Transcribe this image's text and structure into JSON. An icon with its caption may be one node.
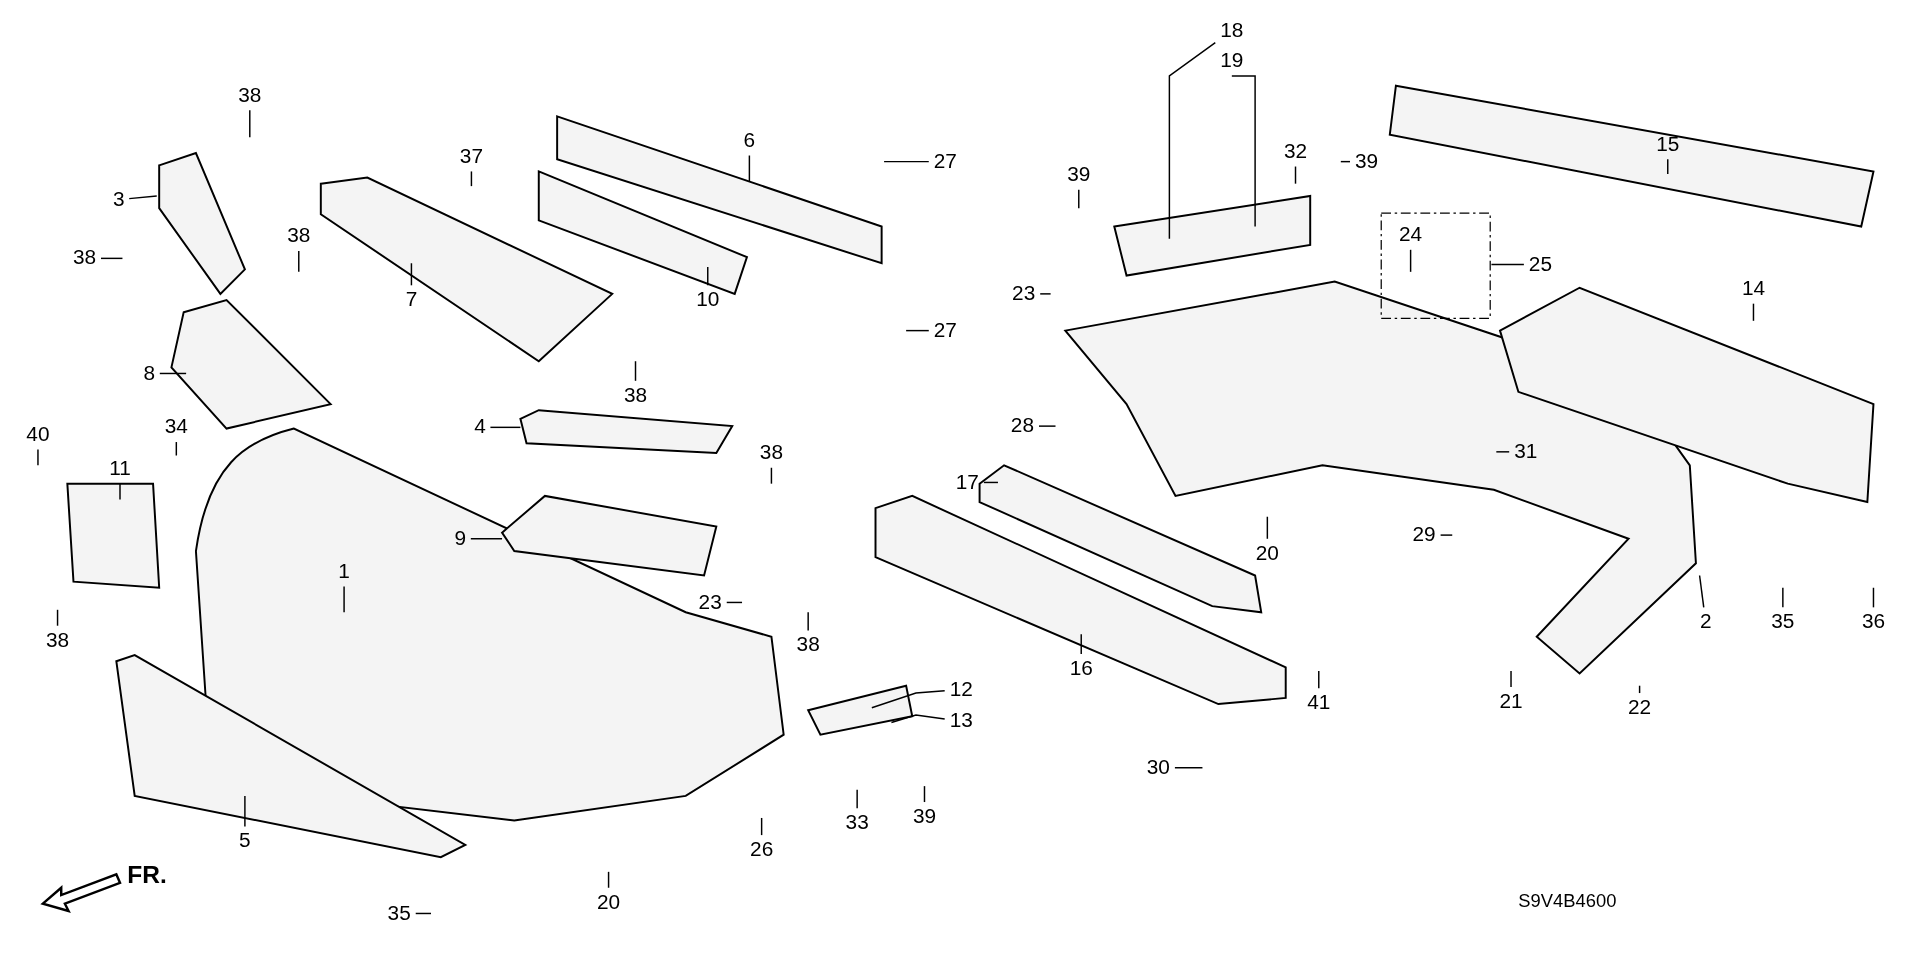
{
  "diagram": {
    "nodes": [
      {
        "text": [
          "18"
        ]
      },
      {
        "text": [
          "19"
        ]
      },
      {
        "text": [
          "38"
        ]
      },
      {
        "text": [
          "6"
        ]
      },
      {
        "text": [
          "15"
        ]
      },
      {
        "text": [
          "32"
        ]
      },
      {
        "text": [
          "37"
        ]
      },
      {
        "text": [
          "27"
        ]
      },
      {
        "text": [
          "39"
        ]
      },
      {
        "text": [
          "39"
        ]
      },
      {
        "text": [
          "3"
        ]
      },
      {
        "text": [
          "38"
        ]
      },
      {
        "text": [
          "38"
        ]
      },
      {
        "text": [
          "24"
        ]
      },
      {
        "text": [
          "14"
        ]
      },
      {
        "text": [
          "23"
        ]
      },
      {
        "text": [
          "7"
        ]
      },
      {
        "text": [
          "10"
        ]
      },
      {
        "text": [
          "25"
        ]
      },
      {
        "text": [
          "27"
        ]
      },
      {
        "text": [
          "8"
        ]
      },
      {
        "text": [
          "38"
        ]
      },
      {
        "text": [
          "28"
        ]
      },
      {
        "text": [
          "4"
        ]
      },
      {
        "text": [
          "34"
        ]
      },
      {
        "text": [
          "40"
        ]
      },
      {
        "text": [
          "31"
        ]
      },
      {
        "text": [
          "38"
        ]
      },
      {
        "text": [
          "11"
        ]
      },
      {
        "text": [
          "17"
        ]
      },
      {
        "text": [
          "29"
        ]
      },
      {
        "text": [
          "9"
        ]
      },
      {
        "text": [
          "20"
        ]
      },
      {
        "text": [
          "1"
        ]
      },
      {
        "text": [
          "23"
        ]
      },
      {
        "text": [
          "2"
        ]
      },
      {
        "text": [
          "35"
        ]
      },
      {
        "text": [
          "36"
        ]
      },
      {
        "text": [
          "38"
        ]
      },
      {
        "text": [
          "38"
        ]
      },
      {
        "text": [
          "16"
        ]
      },
      {
        "text": [
          "12"
        ]
      },
      {
        "text": [
          "21"
        ]
      },
      {
        "text": [
          "41"
        ]
      },
      {
        "text": [
          "22"
        ]
      },
      {
        "text": [
          "13"
        ]
      },
      {
        "text": [
          "30"
        ]
      },
      {
        "text": [
          "39"
        ]
      },
      {
        "text": [
          "33"
        ]
      },
      {
        "text": [
          "5"
        ]
      },
      {
        "text": [
          "26"
        ]
      },
      {
        "text": [
          "20"
        ]
      },
      {
        "text": [
          "35"
        ]
      }
    ],
    "edges": [
      {
        "from": 0,
        "to": null,
        "arrow": "none"
      },
      {
        "from": 1,
        "to": null,
        "arrow": "none"
      },
      {
        "from": 2,
        "to": null,
        "arrow": "none"
      },
      {
        "from": 3,
        "to": null,
        "arrow": "none"
      },
      {
        "from": 4,
        "to": null,
        "arrow": "none"
      },
      {
        "from": 5,
        "to": null,
        "arrow": "none"
      },
      {
        "from": 6,
        "to": null,
        "arrow": "none"
      },
      {
        "from": 7,
        "to": null,
        "arrow": "none"
      },
      {
        "from": 8,
        "to": null,
        "arrow": "none"
      },
      {
        "from": 9,
        "to": null,
        "arrow": "none"
      },
      {
        "from": 10,
        "to": null,
        "arrow": "none"
      },
      {
        "from": 11,
        "to": null,
        "arrow": "none"
      },
      {
        "from": 12,
        "to": null,
        "arrow": "none"
      },
      {
        "from": 13,
        "to": null,
        "arrow": "none"
      },
      {
        "from": 14,
        "to": null,
        "arrow": "none"
      },
      {
        "from": 15,
        "to": null,
        "arrow": "none"
      },
      {
        "from": 16,
        "to": null,
        "arrow": "none"
      },
      {
        "from": 17,
        "to": null,
        "arrow": "none"
      },
      {
        "from": 18,
        "to": null,
        "arrow": "none"
      },
      {
        "from": 19,
        "to": null,
        "arrow": "none"
      },
      {
        "from": 20,
        "to": null,
        "arrow": "none"
      },
      {
        "from": 21,
        "to": null,
        "arrow": "none"
      },
      {
        "from": 22,
        "to": null,
        "arrow": "none"
      },
      {
        "from": 23,
        "to": null,
        "arrow": "none"
      },
      {
        "from": 24,
        "to": null,
        "arrow": "none"
      },
      {
        "from": 25,
        "to": null,
        "arrow": "none"
      },
      {
        "from": 26,
        "to": null,
        "arrow": "none"
      },
      {
        "from": 27,
        "to": null,
        "arrow": "none"
      },
      {
        "from": 28,
        "to": null,
        "arrow": "none"
      },
      {
        "from": 29,
        "to": null,
        "arrow": "none"
      },
      {
        "from": 30,
        "to": null,
        "arrow": "none"
      },
      {
        "from": 31,
        "to": null,
        "arrow": "none"
      },
      {
        "from": 32,
        "to": null,
        "arrow": "none"
      },
      {
        "from": 33,
        "to": null,
        "arrow": "none"
      },
      {
        "from": 34,
        "to": null,
        "arrow": "none"
      },
      {
        "from": 35,
        "to": null,
        "arrow": "none"
      },
      {
        "from": 36,
        "to": null,
        "arrow": "none"
      },
      {
        "from": 37,
        "to": null,
        "arrow": "none"
      },
      {
        "from": 38,
        "to": null,
        "arrow": "none"
      },
      {
        "from": 39,
        "to": null,
        "arrow": "none"
      },
      {
        "from": 40,
        "to": null,
        "arrow": "none"
      },
      {
        "from": 41,
        "to": null,
        "arrow": "none"
      },
      {
        "from": 42,
        "to": null,
        "arrow": "none"
      },
      {
        "from": 43,
        "to": null,
        "arrow": "none"
      },
      {
        "from": 44,
        "to": null,
        "arrow": "none"
      },
      {
        "from": 45,
        "to": null,
        "arrow": "none"
      },
      {
        "from": 46,
        "to": null,
        "arrow": "none"
      },
      {
        "from": 47,
        "to": null,
        "arrow": "none"
      },
      {
        "from": 48,
        "to": null,
        "arrow": "none"
      },
      {
        "from": 49,
        "to": null,
        "arrow": "none"
      },
      {
        "from": 50,
        "to": null,
        "arrow": "none"
      },
      {
        "from": 51,
        "to": null,
        "arrow": "none"
      },
      {
        "from": 52,
        "to": null,
        "arrow": "none"
      }
    ],
    "labels": [
      "FR.",
      "S9V4B4600"
    ]
  }
}
